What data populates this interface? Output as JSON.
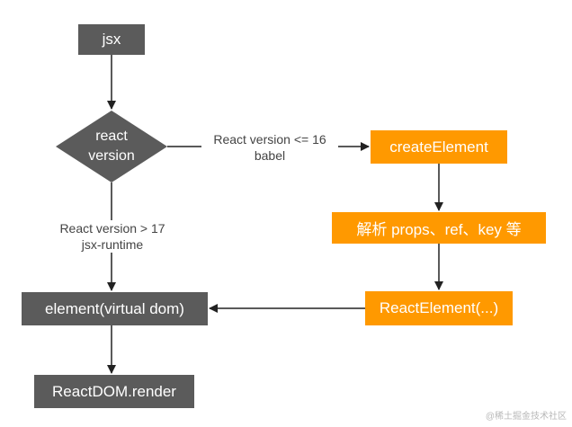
{
  "nodes": {
    "jsx": "jsx",
    "react_version_line1": "react",
    "react_version_line2": "version",
    "create_element": "createElement",
    "parse_props": "解析 props、ref、key 等",
    "react_element": "ReactElement(...)",
    "virtual_dom": "element(virtual dom)",
    "react_dom_render": "ReactDOM.render"
  },
  "edges": {
    "to_create_element_line1": "React version <= 16",
    "to_create_element_line2": "babel",
    "to_virtual_dom_line1": "React version > 17",
    "to_virtual_dom_line2": "jsx-runtime"
  },
  "colors": {
    "gray": "#5b5b5b",
    "orange": "#ff9900",
    "arrow": "#222222"
  },
  "watermark": "@稀土掘金技术社区"
}
